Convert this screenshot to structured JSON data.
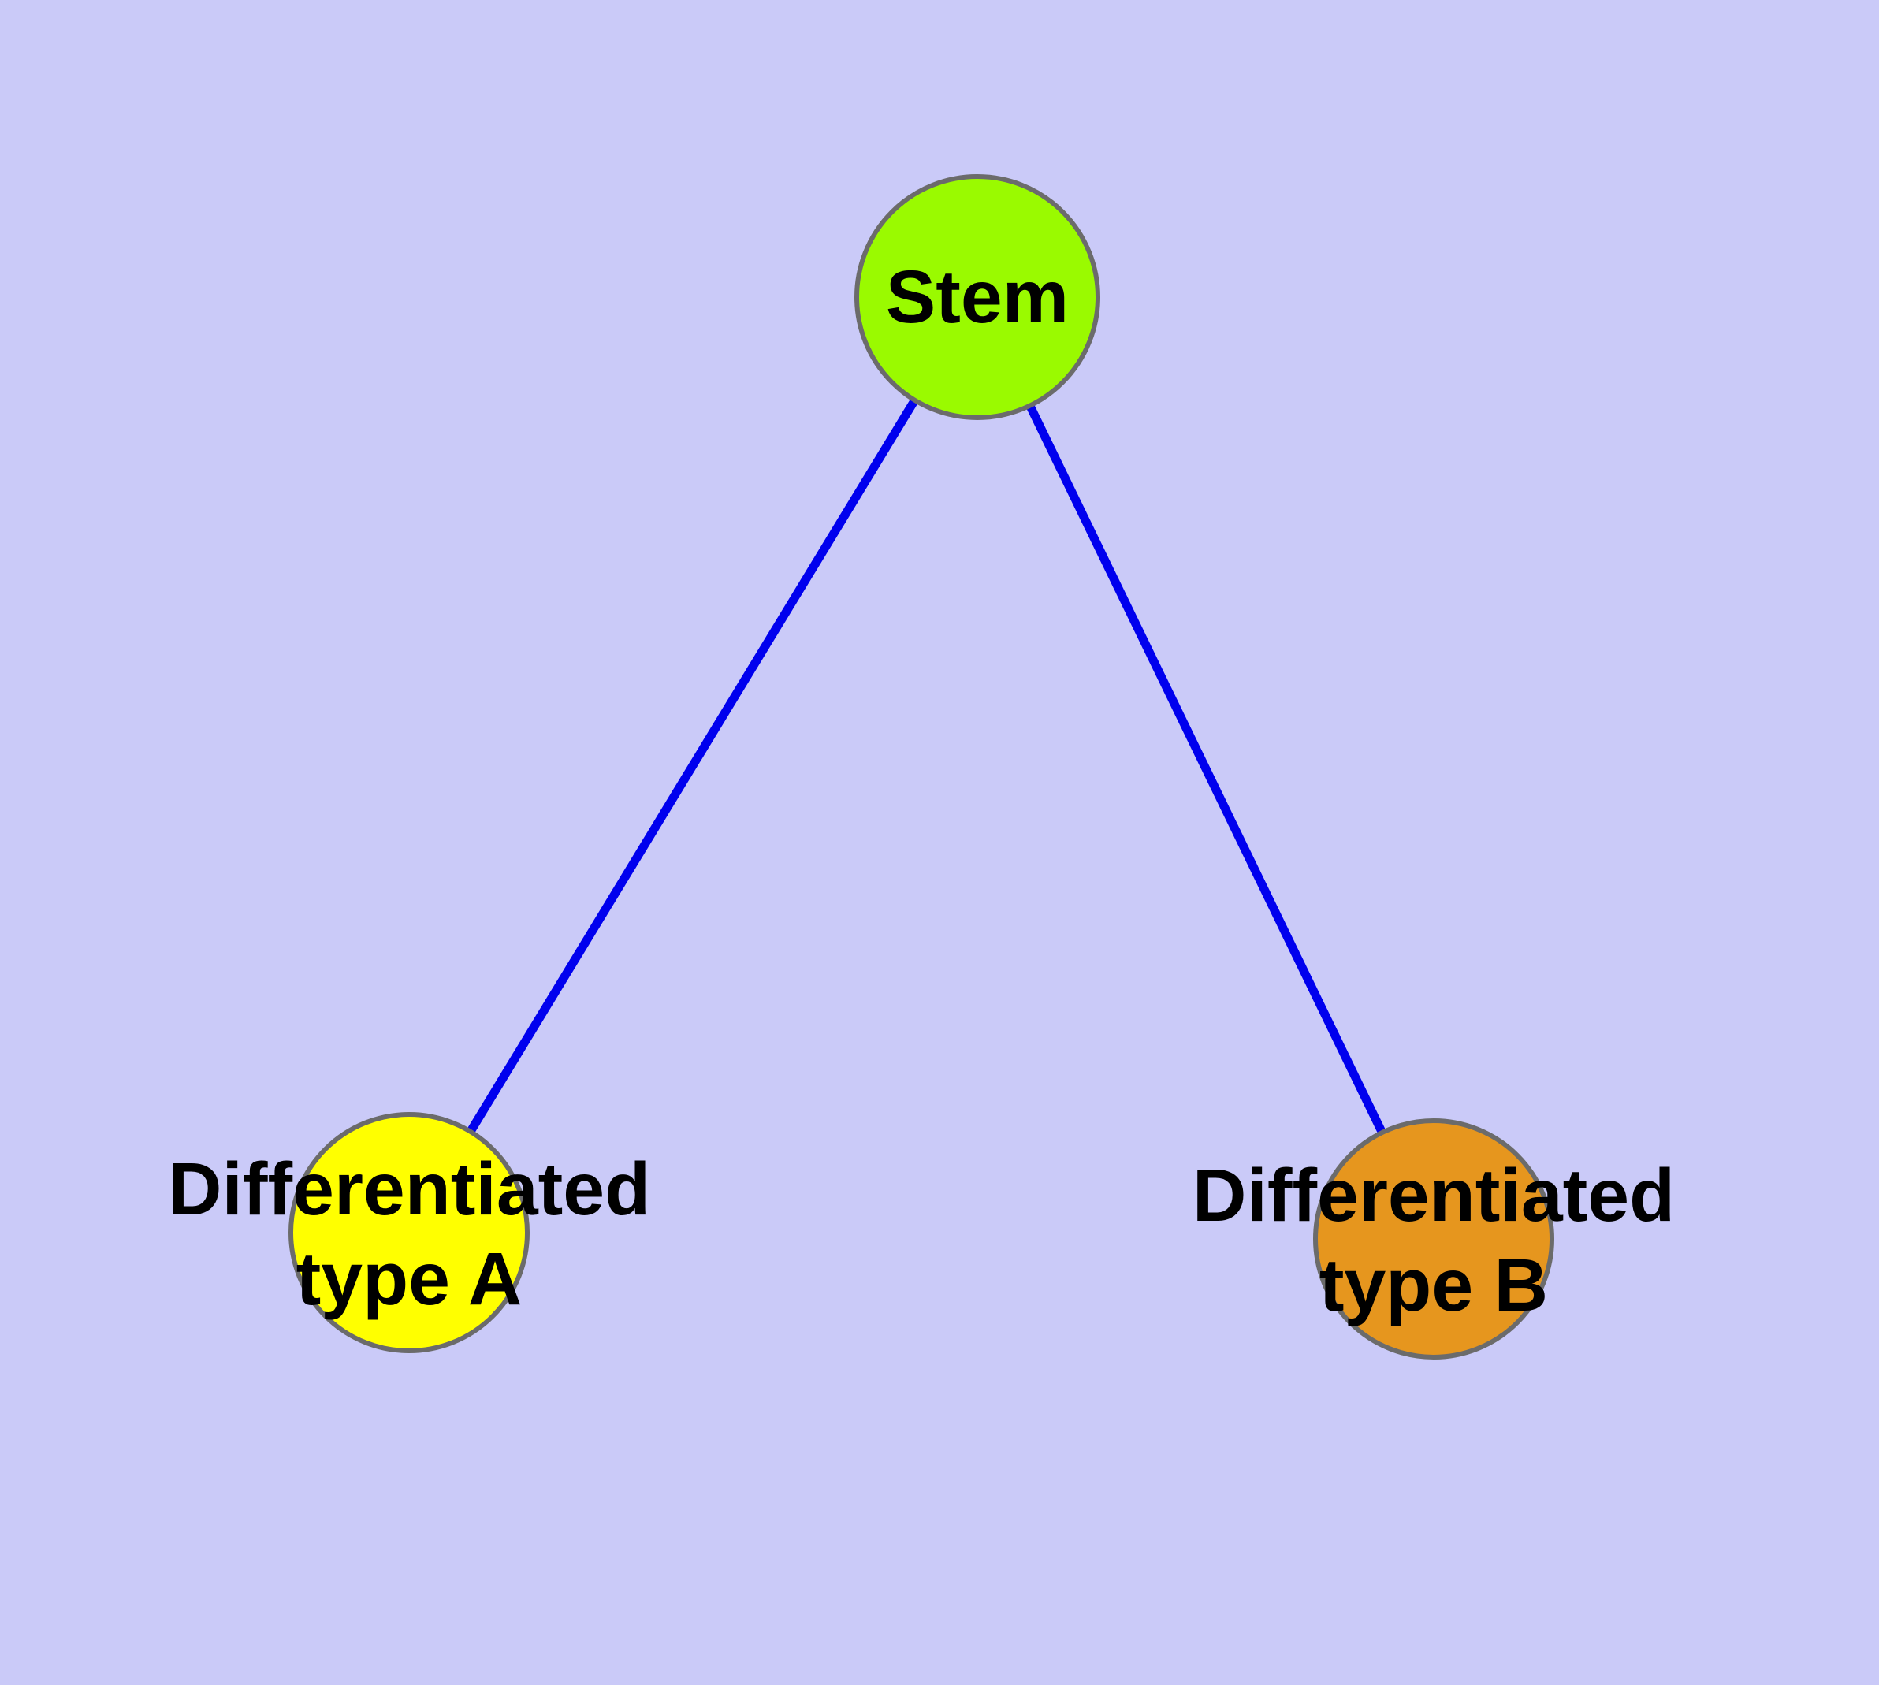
{
  "diagram": {
    "type": "graph",
    "background_color": "#CACAF8",
    "edge_color": "#0000EE",
    "node_border_color": "#6B6B6B",
    "label_color": "#000000",
    "nodes": [
      {
        "id": "stem",
        "label": "Stem",
        "fill_color": "#9AFA00"
      },
      {
        "id": "differentiated-type-a",
        "label_line1": "Differentiated",
        "label_line2": "type A",
        "fill_color": "#FFFF00"
      },
      {
        "id": "differentiated-type-b",
        "label_line1": "Differentiated",
        "label_line2": "type B",
        "fill_color": "#E6961E"
      }
    ],
    "edges": [
      {
        "from": "Stem",
        "to": "Differentiated type A"
      },
      {
        "from": "Stem",
        "to": "Differentiated type B"
      }
    ]
  }
}
